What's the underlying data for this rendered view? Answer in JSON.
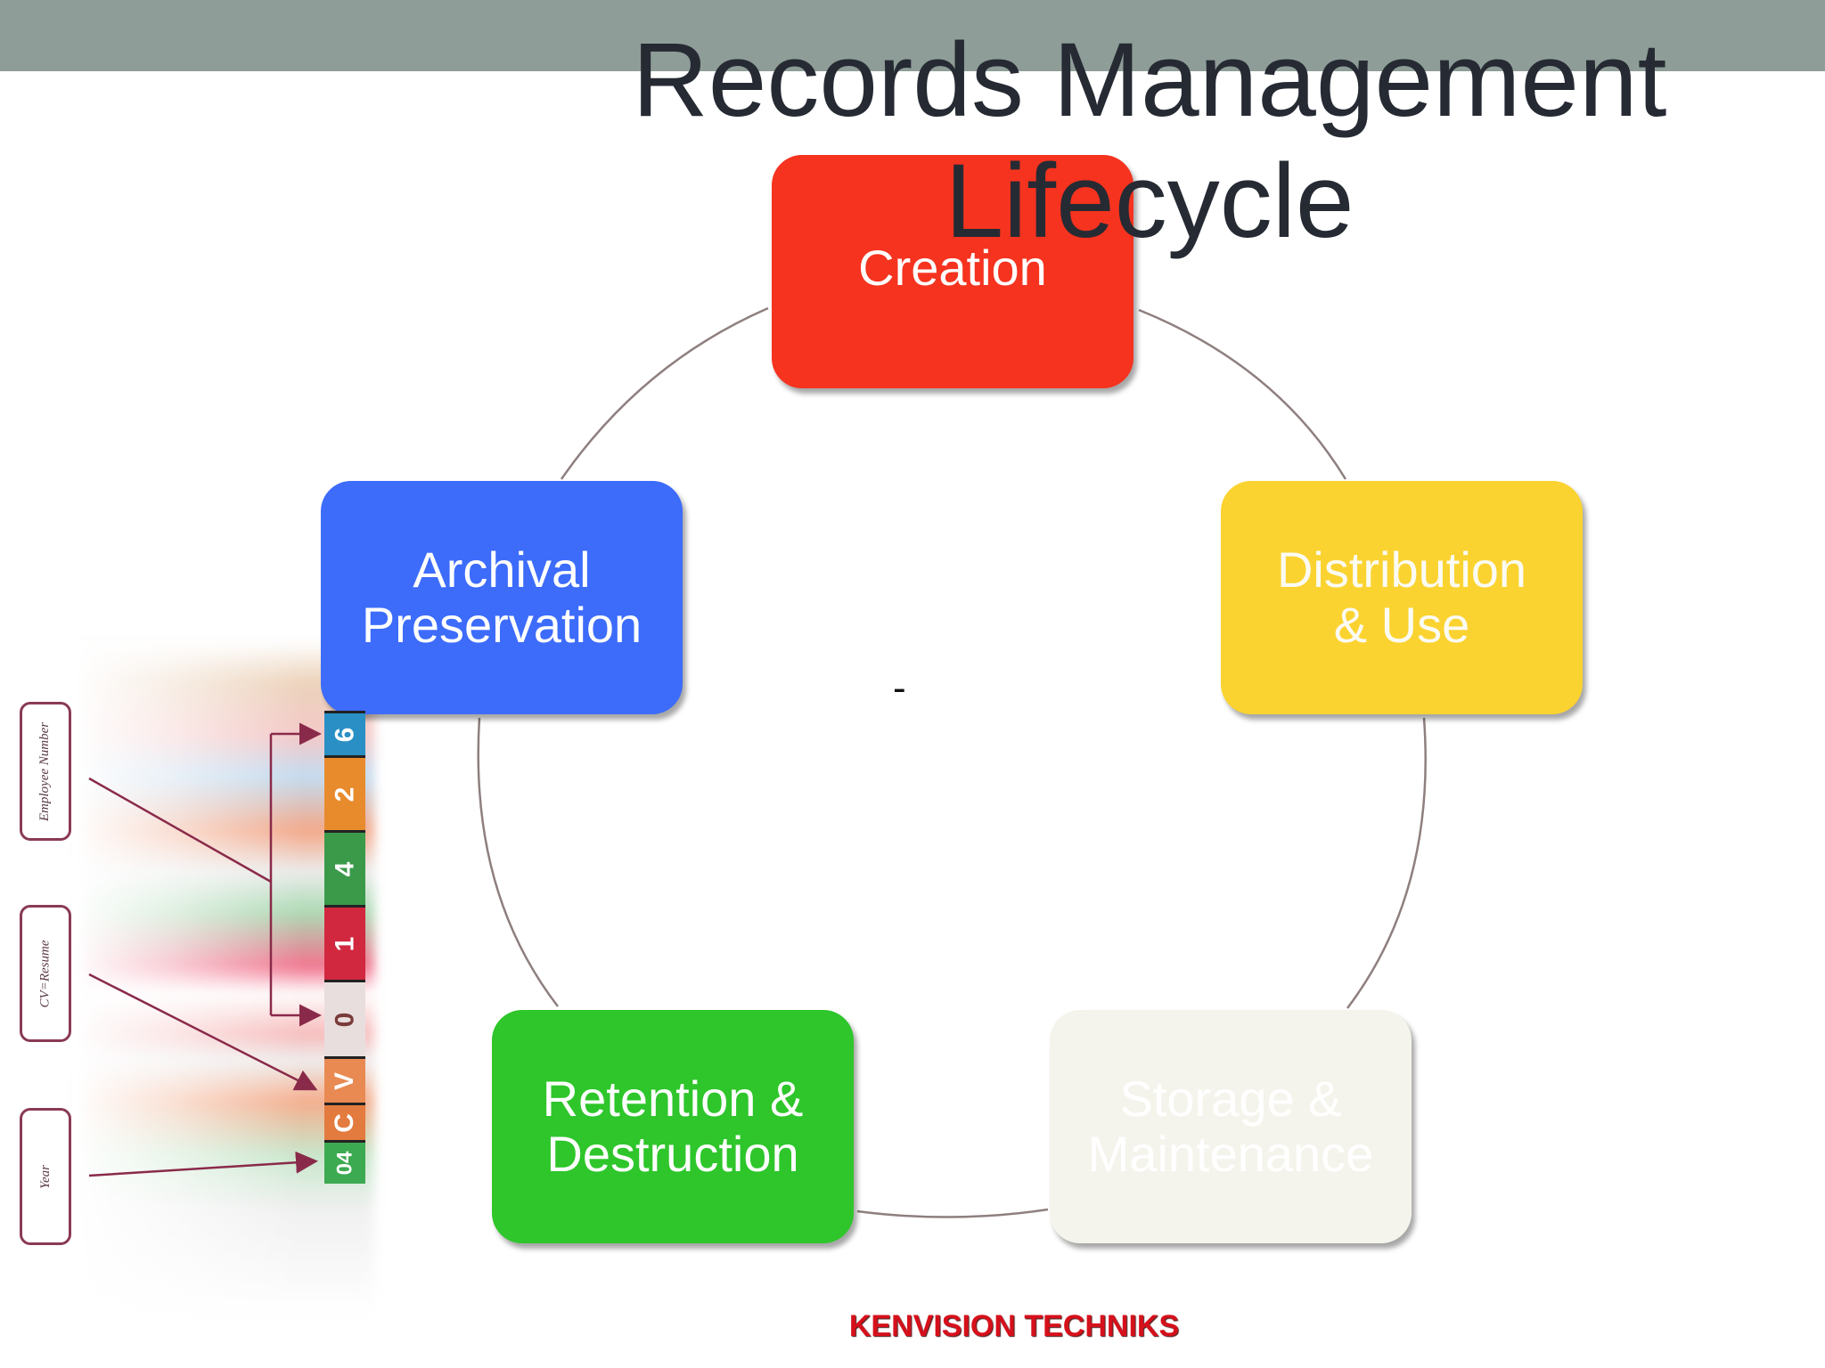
{
  "title": {
    "line1": "Records Management",
    "line2": "Lifecycle"
  },
  "stages": {
    "creation": {
      "lines": [
        "Creation"
      ],
      "color": "#f5331f"
    },
    "distribution": {
      "lines": [
        "Distribution",
        "& Use"
      ],
      "color": "#fbd331"
    },
    "storage": {
      "lines": [
        "Storage &",
        "Maintenance"
      ],
      "color": "#f5f4ec"
    },
    "retention": {
      "lines": [
        "Retention &",
        "Destruction"
      ],
      "color": "#2ec62b"
    },
    "archival": {
      "lines": [
        "Archival",
        "Preservation"
      ],
      "color": "#3d6cfb"
    }
  },
  "center_mark": "-",
  "folder_image": {
    "tabs": [
      "6",
      "2",
      "4",
      "1",
      "0",
      "V",
      "C",
      "04"
    ],
    "labels": {
      "employee_number": "Employee Number",
      "cv_resume": "CV=Resume",
      "year": "Year"
    }
  },
  "footer": "KENVISION TECHNIKS",
  "colors": {
    "top_band": "#8e9d97",
    "title_text": "#262a33",
    "footer_text": "#d6101b",
    "cycle_line": "#8f7f7f"
  }
}
